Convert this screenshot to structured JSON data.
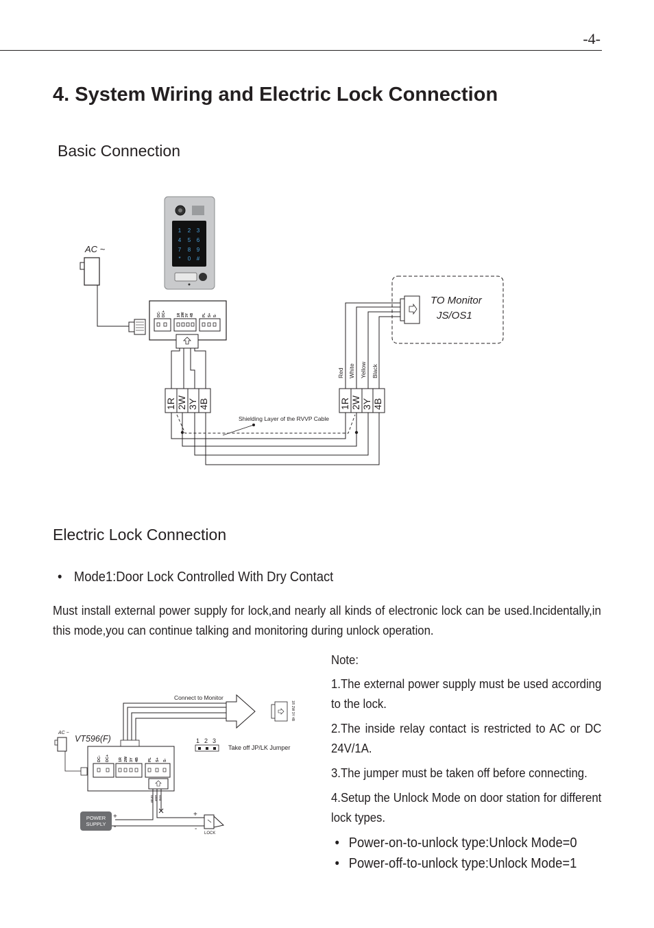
{
  "page_number": "-4-",
  "title": "4. System Wiring and Electric Lock Connection",
  "basic_connection": {
    "heading": "Basic Connection",
    "ac_label": "AC ~",
    "keypad_keys": [
      "1",
      "2",
      "3",
      "4",
      "5",
      "6",
      "7",
      "8",
      "9",
      "*",
      "0",
      "#"
    ],
    "door_terminals": [
      "DC-",
      "DC+",
      "1R",
      "2W",
      "3Y",
      "4B",
      "PL",
      "S+",
      "S-"
    ],
    "monitor_label_line1": "TO Monitor",
    "monitor_label_line2": "JS/OS1",
    "wire_colors": [
      "Red",
      "White",
      "Yellow",
      "Black"
    ],
    "terminal_labels": [
      "1R",
      "2W",
      "3Y",
      "4B"
    ],
    "shielding_label": "Shielding Layer of the RVVP Cable"
  },
  "electric_lock": {
    "heading": "Electric Lock Connection",
    "mode1_bullet": "Mode1:Door Lock Controlled With Dry Contact",
    "intro": "Must install external power supply for lock,and nearly all kinds of electronic lock can be used.Incidentally,in this mode,you can continue talking and monitoring during unlock operation.",
    "diagram": {
      "ac_label": "AC ~",
      "model": "VT596(F)",
      "connect_label": "Connect to Monitor",
      "monitor_pins": "1R 2W 3Y 4B",
      "jumper_numbers": [
        "1",
        "2",
        "3"
      ],
      "jumper_label": "Take off JP/LK Jumper",
      "terminals": [
        "DC-",
        "DC+",
        "1R",
        "2W",
        "3Y",
        "4B",
        "PL",
        "S+",
        "S-"
      ],
      "relay_wires": [
        "White",
        "Blue",
        "Red"
      ],
      "power_supply_line1": "POWER",
      "power_supply_line2": "SUPPLY",
      "plus": "+",
      "minus": "-",
      "lock_label": "LOCK"
    },
    "notes": {
      "title": "Note:",
      "items": [
        "1.The external power supply must be used according to the lock.",
        "2.The inside relay contact is restricted to AC or DC 24V/1A.",
        "3.The jumper must be taken off before connecting.",
        "4.Setup the Unlock Mode on door station for different lock types."
      ],
      "bullets": [
        "Power-on-to-unlock type:Unlock Mode=0",
        "Power-off-to-unlock type:Unlock Mode=1"
      ]
    }
  }
}
